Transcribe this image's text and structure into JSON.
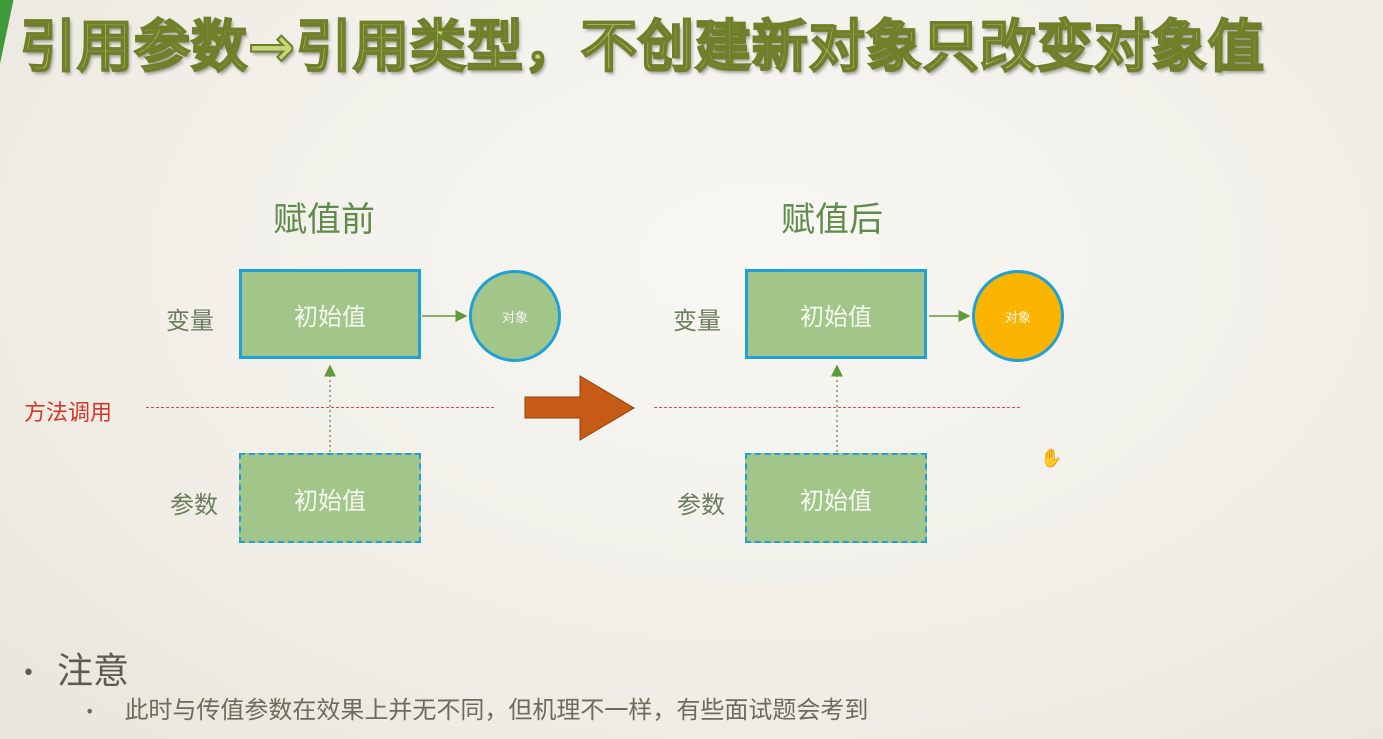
{
  "slide": {
    "title": "引用参数→引用类型，不创建新对象只改变对象值",
    "before": {
      "heading": "赋值前",
      "variable_label": "变量",
      "variable_box": "初始值",
      "object_label": "对象",
      "object_color": "#a2c68a",
      "param_label": "参数",
      "param_box": "初始值"
    },
    "after": {
      "heading": "赋值后",
      "variable_label": "变量",
      "variable_box": "初始值",
      "object_label": "对象",
      "object_color": "#fbb400",
      "param_label": "参数",
      "param_box": "初始值"
    },
    "method_call_label": "方法调用",
    "transition_arrow": "arrow-right-icon",
    "notes": {
      "bullet_glyph": "•",
      "heading": "注意",
      "items": [
        "此时与传值参数在效果上并无不同，但机理不一样，有些面试题会考到"
      ]
    },
    "colors": {
      "box_fill": "#a2c68a",
      "box_border": "#1ea0d8",
      "method_line": "#d0503f",
      "arrow": "#c85a17",
      "title_fill": "#c6d67a"
    }
  }
}
